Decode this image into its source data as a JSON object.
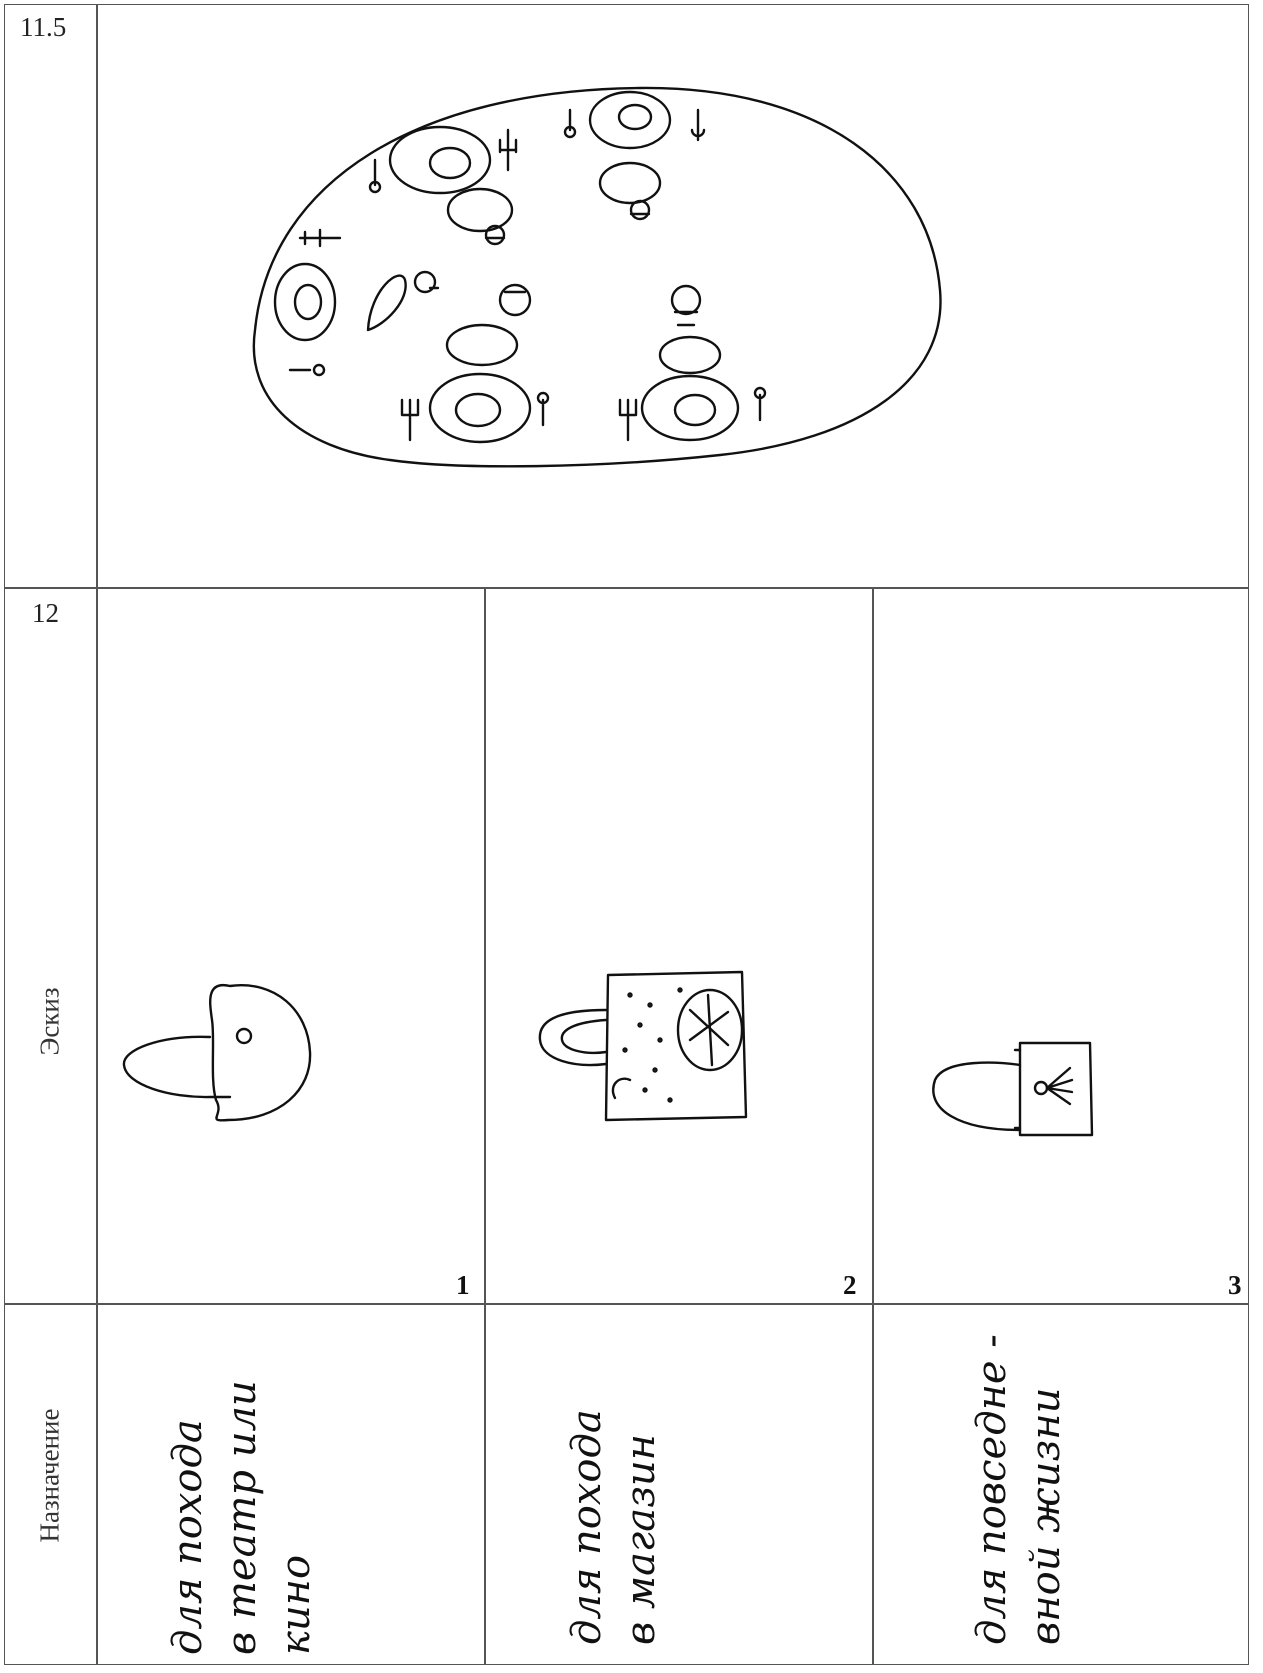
{
  "section_a": {
    "number": "11.5"
  },
  "section_b": {
    "number": "12",
    "sketch_label": "Эскиз",
    "purpose_label": "Назначение",
    "items": [
      {
        "num": "1",
        "purpose": "для похода\nв театр или\nкино"
      },
      {
        "num": "2",
        "purpose": "для похода\nв магазин"
      },
      {
        "num": "3",
        "purpose": "для повседне -\nвной жизни"
      }
    ]
  },
  "drawings": {
    "table_setting": "table-setting-sketch",
    "bag_1": "clutch-bag-sketch",
    "bag_2": "shopping-bag-sketch",
    "bag_3": "everyday-bag-sketch"
  },
  "colors": {
    "ink": "#111111",
    "grid": "#555555",
    "paper": "#ffffff"
  }
}
